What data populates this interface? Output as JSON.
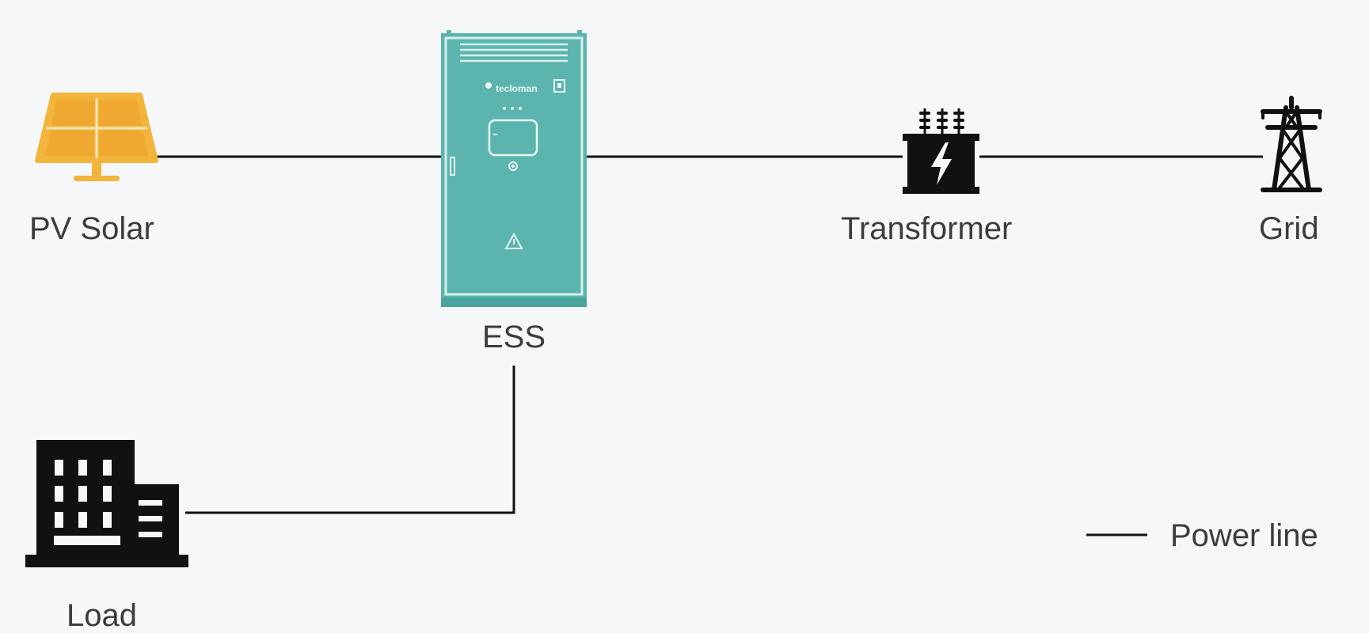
{
  "nodes": {
    "pv": {
      "label": "PV Solar"
    },
    "ess": {
      "label": "ESS",
      "brand": "tecloman"
    },
    "transformer": {
      "label": "Transformer"
    },
    "grid": {
      "label": "Grid"
    },
    "load": {
      "label": "Load"
    }
  },
  "legend": {
    "power_line_label": "Power line"
  },
  "colors": {
    "background": "#f6f7f9",
    "line": "#111111",
    "solar_fill": "#f2b43a",
    "ess_body": "#5bb5ae",
    "ess_trim": "#d9efec",
    "icon_black": "#111111",
    "text": "#3c3c3c"
  }
}
